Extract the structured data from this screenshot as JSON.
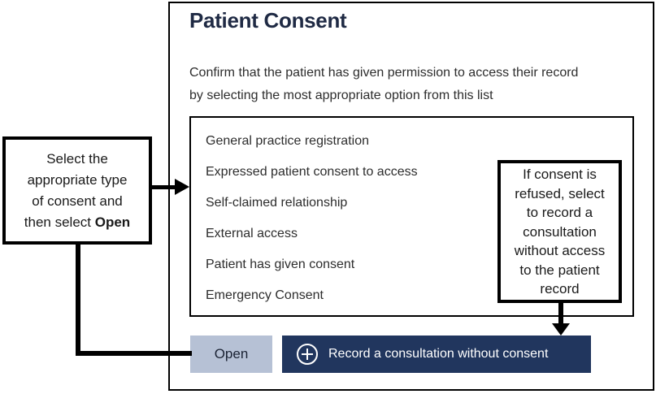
{
  "dialog": {
    "title": "Patient Consent",
    "description": {
      "line1": "Confirm that the patient has given permission to access their record",
      "line2": "by selecting the most appropriate option from this list"
    },
    "consent_options": [
      "General practice registration",
      "Expressed patient consent to access",
      "Self-claimed relationship",
      "External access",
      "Patient has given consent",
      "Emergency Consent"
    ],
    "buttons": {
      "open_label": "Open",
      "record_label": "Record a consultation without consent"
    },
    "icons": {
      "record_button": "plus-circle-icon"
    }
  },
  "annotations": {
    "left_callout": {
      "line1": "Select the",
      "line2": "appropriate type",
      "line3": "of consent and",
      "line4_prefix": "then select ",
      "line4_bold": "Open"
    },
    "right_callout": {
      "line1": "If consent is",
      "line2": "refused, select",
      "line3": "to record a",
      "line4": "consultation",
      "line5": "without access",
      "line6": "to the patient",
      "line7": "record"
    }
  },
  "colors": {
    "title_navy": "#1f2a44",
    "record_button_navy": "#21365e",
    "open_button_gray": "#b6c1d5",
    "body_text": "#2d2d2d",
    "annotation_black": "#000000"
  }
}
